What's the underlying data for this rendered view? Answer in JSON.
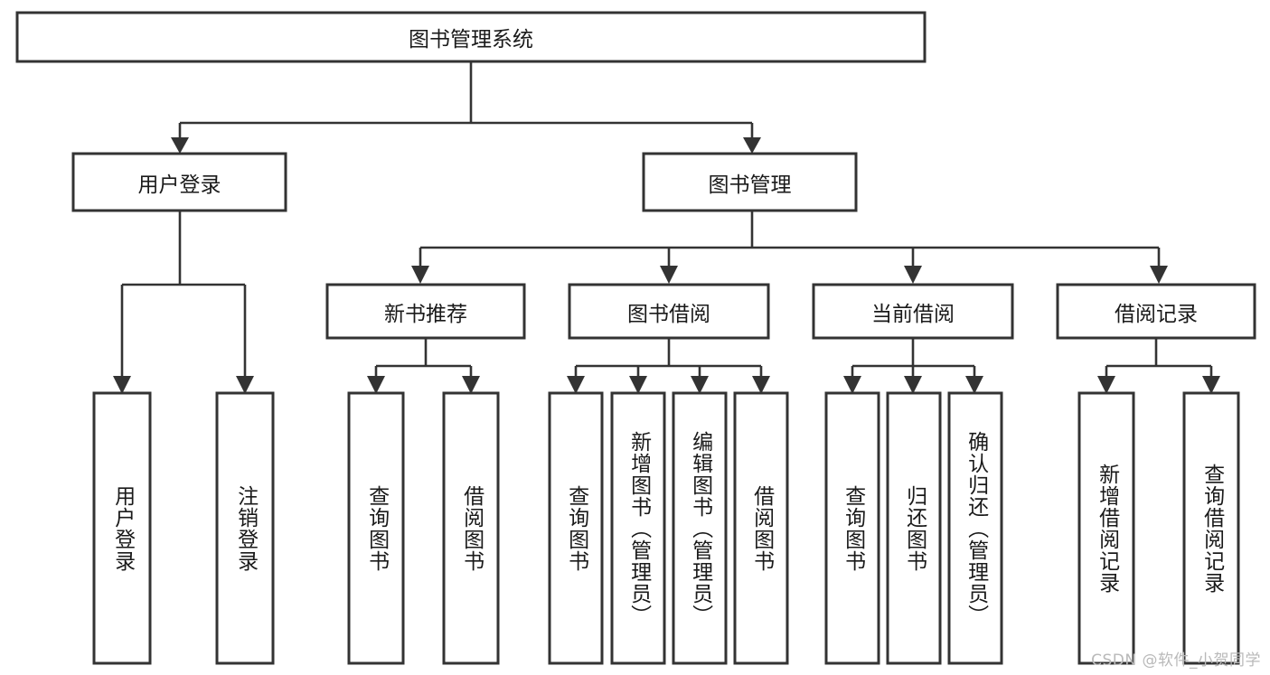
{
  "diagram": {
    "type": "tree",
    "title": "图书管理系统",
    "watermark": "CSDN @软件_小贺同学",
    "colors": {
      "box_fill": "#ffffff",
      "box_stroke": "#333333",
      "text": "#1a1a1a",
      "watermark": "#b9b9b9",
      "background": "#ffffff"
    },
    "nodes": {
      "root": "图书管理系统",
      "level2": {
        "user_login": "用户登录",
        "book_manage": "图书管理"
      },
      "level3": {
        "new_book_recommend": "新书推荐",
        "book_borrow": "图书借阅",
        "current_borrow": "当前借阅",
        "borrow_record": "借阅记录"
      },
      "leaves": {
        "user_login_children": [
          "用户登录",
          "注销登录"
        ],
        "new_book_recommend_children": [
          "查询图书",
          "借阅图书"
        ],
        "book_borrow_children": [
          "查询图书",
          "新增图书（管理员）",
          "编辑图书（管理员）",
          "借阅图书"
        ],
        "current_borrow_children": [
          "查询图书",
          "归还图书",
          "确认归还（管理员）"
        ],
        "borrow_record_children": [
          "新增借阅记录",
          "查询借阅记录"
        ]
      }
    }
  }
}
